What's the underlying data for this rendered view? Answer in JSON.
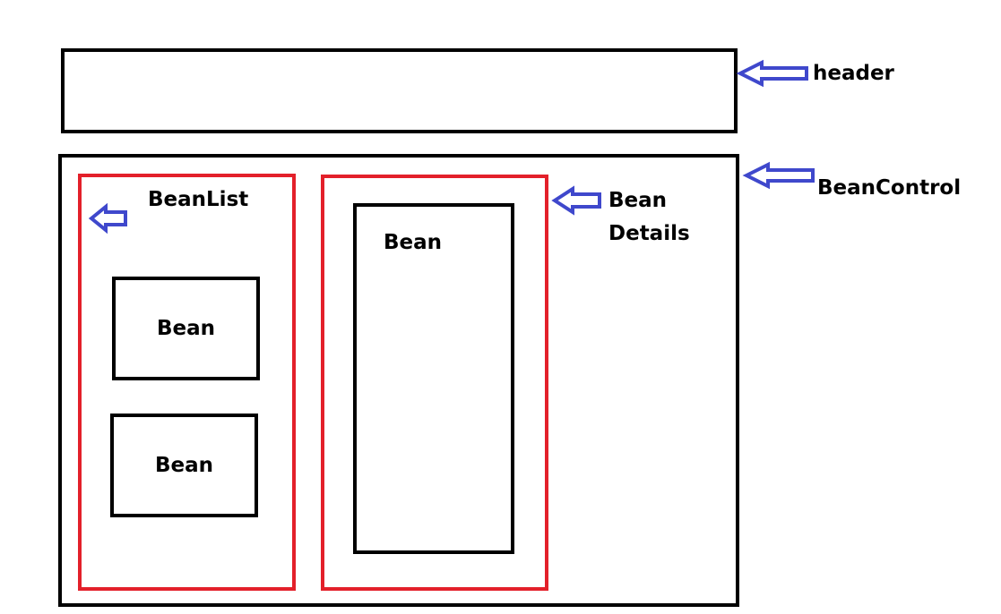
{
  "labels": {
    "header": "header",
    "bean_control": "BeanControl",
    "bean_list": "BeanList",
    "bean_details_line1": "Bean",
    "bean_details_line2": "Details",
    "detail_bean": "Bean",
    "list_bean_1": "Bean",
    "list_bean_2": "Bean"
  },
  "colors": {
    "container_border": "#000000",
    "component_border": "#e3202a",
    "arrow": "#3f48cc"
  },
  "icons": {
    "arrow": "left-arrow-icon"
  }
}
